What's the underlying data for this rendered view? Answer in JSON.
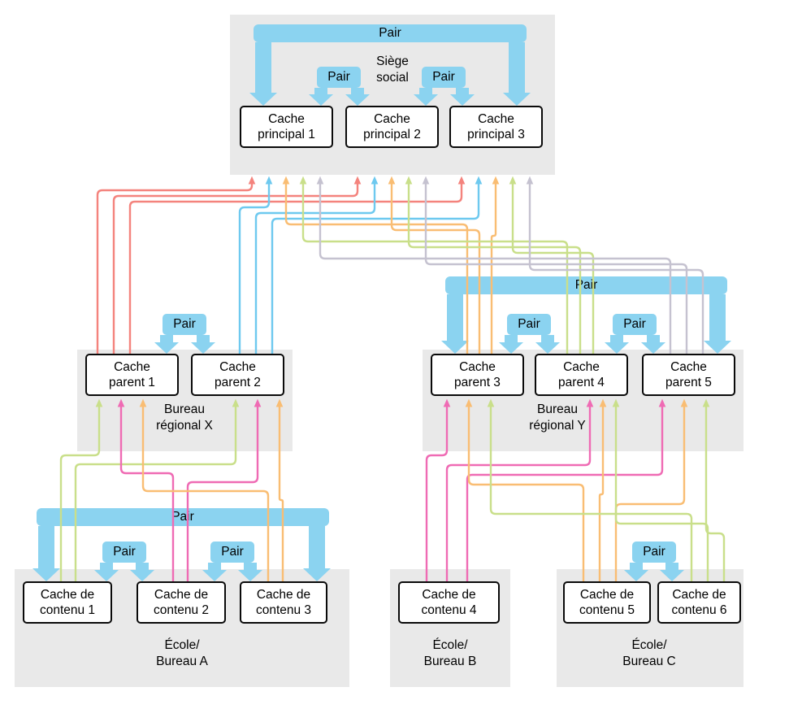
{
  "pair_label": "Pair",
  "colors": {
    "pair_blue": "#8BD3F0",
    "region_gray": "#E9E9E9",
    "route_parent_1": "#F4837D",
    "route_parent_2": "#6EC9EF",
    "route_parent_3": "#F9BD73",
    "route_parent_4": "#C9DF8A",
    "route_parent_5": "#C5C2D0",
    "route_contenu_1": "#C9DF8A",
    "route_contenu_2": "#EF6BB4",
    "route_contenu_3": "#F9BD73",
    "route_contenu_4": "#EF6BB4",
    "route_contenu_5": "#F9BD73",
    "route_contenu_6": "#C9DF8A"
  },
  "regions": [
    {
      "name": "headquarters",
      "label": [
        "Siège",
        "social"
      ],
      "caches": [
        [
          "Cache",
          "principal 1"
        ],
        [
          "Cache",
          "principal 2"
        ],
        [
          "Cache",
          "principal 3"
        ]
      ]
    },
    {
      "name": "regional-office-x",
      "label": [
        "Bureau",
        "régional X"
      ],
      "caches": [
        [
          "Cache",
          "parent 1"
        ],
        [
          "Cache",
          "parent 2"
        ]
      ]
    },
    {
      "name": "regional-office-y",
      "label": [
        "Bureau",
        "régional Y"
      ],
      "caches": [
        [
          "Cache",
          "parent 3"
        ],
        [
          "Cache",
          "parent 4"
        ],
        [
          "Cache",
          "parent 5"
        ]
      ]
    },
    {
      "name": "school-office-a",
      "label": [
        "École/",
        "Bureau A"
      ],
      "caches": [
        [
          "Cache de",
          "contenu 1"
        ],
        [
          "Cache de",
          "contenu 2"
        ],
        [
          "Cache de",
          "contenu 3"
        ]
      ]
    },
    {
      "name": "school-office-b",
      "label": [
        "École/",
        "Bureau B"
      ],
      "caches": [
        [
          "Cache de",
          "contenu 4"
        ]
      ]
    },
    {
      "name": "school-office-c",
      "label": [
        "École/",
        "Bureau C"
      ],
      "caches": [
        [
          "Cache de",
          "contenu 5"
        ],
        [
          "Cache de",
          "contenu 6"
        ]
      ]
    }
  ],
  "pairs": [
    {
      "type": "big",
      "between": [
        "cache-principal-1",
        "cache-principal-3"
      ]
    },
    {
      "type": "small",
      "between": [
        "cache-principal-1",
        "cache-principal-2"
      ]
    },
    {
      "type": "small",
      "between": [
        "cache-principal-2",
        "cache-principal-3"
      ]
    },
    {
      "type": "small",
      "between": [
        "cache-parent-1",
        "cache-parent-2"
      ]
    },
    {
      "type": "big",
      "between": [
        "cache-parent-3",
        "cache-parent-5"
      ]
    },
    {
      "type": "small",
      "between": [
        "cache-parent-3",
        "cache-parent-4"
      ]
    },
    {
      "type": "small",
      "between": [
        "cache-parent-4",
        "cache-parent-5"
      ]
    },
    {
      "type": "big",
      "between": [
        "cache-de-contenu-1",
        "cache-de-contenu-3"
      ]
    },
    {
      "type": "small",
      "between": [
        "cache-de-contenu-1",
        "cache-de-contenu-2"
      ]
    },
    {
      "type": "small",
      "between": [
        "cache-de-contenu-2",
        "cache-de-contenu-3"
      ]
    },
    {
      "type": "small",
      "between": [
        "cache-de-contenu-5",
        "cache-de-contenu-6"
      ]
    }
  ],
  "edges": [
    {
      "from": "cache-parent-1",
      "to": "cache-principal-1",
      "color": "#F4837D"
    },
    {
      "from": "cache-parent-1",
      "to": "cache-principal-2",
      "color": "#F4837D"
    },
    {
      "from": "cache-parent-1",
      "to": "cache-principal-3",
      "color": "#F4837D"
    },
    {
      "from": "cache-parent-2",
      "to": "cache-principal-1",
      "color": "#6EC9EF"
    },
    {
      "from": "cache-parent-2",
      "to": "cache-principal-2",
      "color": "#6EC9EF"
    },
    {
      "from": "cache-parent-2",
      "to": "cache-principal-3",
      "color": "#6EC9EF"
    },
    {
      "from": "cache-parent-3",
      "to": "cache-principal-1",
      "color": "#F9BD73"
    },
    {
      "from": "cache-parent-3",
      "to": "cache-principal-2",
      "color": "#F9BD73"
    },
    {
      "from": "cache-parent-3",
      "to": "cache-principal-3",
      "color": "#F9BD73"
    },
    {
      "from": "cache-parent-4",
      "to": "cache-principal-1",
      "color": "#C9DF8A"
    },
    {
      "from": "cache-parent-4",
      "to": "cache-principal-2",
      "color": "#C9DF8A"
    },
    {
      "from": "cache-parent-4",
      "to": "cache-principal-3",
      "color": "#C9DF8A"
    },
    {
      "from": "cache-parent-5",
      "to": "cache-principal-1",
      "color": "#C5C2D0"
    },
    {
      "from": "cache-parent-5",
      "to": "cache-principal-2",
      "color": "#C5C2D0"
    },
    {
      "from": "cache-parent-5",
      "to": "cache-principal-3",
      "color": "#C5C2D0"
    },
    {
      "from": "cache-de-contenu-1",
      "to": "cache-parent-1",
      "color": "#C9DF8A"
    },
    {
      "from": "cache-de-contenu-1",
      "to": "cache-parent-2",
      "color": "#C9DF8A"
    },
    {
      "from": "cache-de-contenu-2",
      "to": "cache-parent-1",
      "color": "#EF6BB4"
    },
    {
      "from": "cache-de-contenu-2",
      "to": "cache-parent-2",
      "color": "#EF6BB4"
    },
    {
      "from": "cache-de-contenu-3",
      "to": "cache-parent-1",
      "color": "#F9BD73"
    },
    {
      "from": "cache-de-contenu-3",
      "to": "cache-parent-2",
      "color": "#F9BD73"
    },
    {
      "from": "cache-de-contenu-4",
      "to": "cache-parent-3",
      "color": "#EF6BB4"
    },
    {
      "from": "cache-de-contenu-4",
      "to": "cache-parent-4",
      "color": "#EF6BB4"
    },
    {
      "from": "cache-de-contenu-4",
      "to": "cache-parent-5",
      "color": "#EF6BB4"
    },
    {
      "from": "cache-de-contenu-5",
      "to": "cache-parent-3",
      "color": "#F9BD73"
    },
    {
      "from": "cache-de-contenu-5",
      "to": "cache-parent-4",
      "color": "#F9BD73"
    },
    {
      "from": "cache-de-contenu-5",
      "to": "cache-parent-5",
      "color": "#F9BD73"
    },
    {
      "from": "cache-de-contenu-6",
      "to": "cache-parent-3",
      "color": "#C9DF8A"
    },
    {
      "from": "cache-de-contenu-6",
      "to": "cache-parent-4",
      "color": "#C9DF8A"
    },
    {
      "from": "cache-de-contenu-6",
      "to": "cache-parent-5",
      "color": "#C9DF8A"
    }
  ]
}
